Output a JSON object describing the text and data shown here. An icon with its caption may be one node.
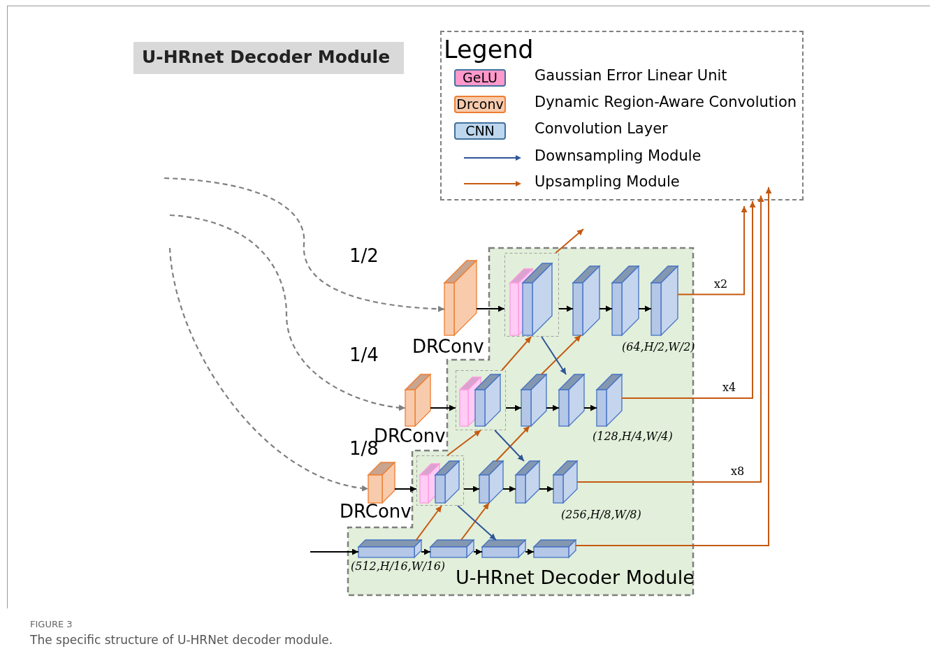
{
  "diagram": {
    "title": "U-HRnet Decoder Module",
    "caption": "The specific structure of U-HRNet decoder module.",
    "nodes": [
      {
        "text": [
          "U-HRnet Decoder Module"
        ]
      },
      {
        "text": [],
        "shape": "box",
        "beside": [
          "DRConv"
        ]
      },
      {
        "text": [],
        "shape": "box",
        "in": 0
      },
      {
        "text": [],
        "shape": "box",
        "in": 0
      },
      {
        "text": [],
        "shape": "box",
        "in": 0
      },
      {
        "text": [],
        "shape": "box",
        "in": 0,
        "beside": [
          "(64,H/2,W/2)"
        ]
      },
      {
        "text": [],
        "shape": "box",
        "beside": [
          "DRConv"
        ]
      },
      {
        "text": [],
        "shape": "box",
        "in": 0
      },
      {
        "text": [],
        "shape": "box",
        "in": 0
      },
      {
        "text": [],
        "shape": "box",
        "in": 0
      },
      {
        "text": [],
        "shape": "box",
        "in": 0,
        "beside": [
          "(128,H/4,W/4)"
        ]
      },
      {
        "text": [],
        "shape": "box",
        "beside": [
          "DRConv"
        ]
      },
      {
        "text": [],
        "shape": "box",
        "in": 0
      },
      {
        "text": [],
        "shape": "box",
        "in": 0
      },
      {
        "text": [],
        "shape": "box",
        "in": 0
      },
      {
        "text": [],
        "shape": "box",
        "in": 0,
        "beside": [
          "(256,H/8,W/8)"
        ]
      },
      {
        "text": [],
        "shape": "box",
        "in": 0,
        "beside": [
          "(512,H/16,W/16)"
        ]
      },
      {
        "text": [],
        "shape": "box",
        "in": 0
      },
      {
        "text": [],
        "shape": "box",
        "in": 0
      },
      {
        "text": [],
        "shape": "box",
        "in": 0
      }
    ],
    "edges": [
      {
        "from": null,
        "to": 1,
        "arrow": "to",
        "style": "dashed",
        "color": "#7f7f7f"
      },
      {
        "from": null,
        "to": 6,
        "arrow": "to",
        "style": "dashed",
        "color": "#7f7f7f"
      },
      {
        "from": null,
        "to": 11,
        "arrow": "to",
        "style": "dashed",
        "color": "#7f7f7f"
      },
      {
        "from": 1,
        "to": 2,
        "arrow": "to"
      },
      {
        "from": 2,
        "to": 3,
        "arrow": "to"
      },
      {
        "from": 3,
        "to": 4,
        "arrow": "to"
      },
      {
        "from": 4,
        "to": 5,
        "arrow": "to"
      },
      {
        "from": 6,
        "to": 7,
        "arrow": "to"
      },
      {
        "from": 7,
        "to": 8,
        "arrow": "to"
      },
      {
        "from": 8,
        "to": 9,
        "arrow": "to"
      },
      {
        "from": 9,
        "to": 10,
        "arrow": "to"
      },
      {
        "from": 11,
        "to": 12,
        "arrow": "to"
      },
      {
        "from": 12,
        "to": 13,
        "arrow": "to"
      },
      {
        "from": 13,
        "to": 14,
        "arrow": "to"
      },
      {
        "from": 14,
        "to": 15,
        "arrow": "to"
      },
      {
        "from": null,
        "to": 16,
        "arrow": "to"
      },
      {
        "from": 16,
        "to": 17,
        "arrow": "to"
      },
      {
        "from": 17,
        "to": 18,
        "arrow": "to"
      },
      {
        "from": 18,
        "to": 19,
        "arrow": "to"
      },
      {
        "from": 16,
        "to": 12,
        "arrow": "to",
        "color": "#c55a11"
      },
      {
        "from": 17,
        "to": 13,
        "arrow": "to",
        "color": "#c55a11"
      },
      {
        "from": 12,
        "to": 18,
        "arrow": "to",
        "color": "#2f5597"
      },
      {
        "from": 12,
        "to": 7,
        "arrow": "to",
        "color": "#c55a11"
      },
      {
        "from": 13,
        "to": 8,
        "arrow": "to",
        "color": "#c55a11"
      },
      {
        "from": 7,
        "to": 14,
        "arrow": "to",
        "color": "#2f5597"
      },
      {
        "from": 7,
        "to": 2,
        "arrow": "to",
        "color": "#c55a11"
      },
      {
        "from": 8,
        "to": 3,
        "arrow": "to",
        "color": "#c55a11"
      },
      {
        "from": 2,
        "to": 9,
        "arrow": "to",
        "color": "#2f5597"
      },
      {
        "from": 2,
        "to": null,
        "arrow": "to",
        "color": "#c55a11"
      },
      {
        "from": 5,
        "to": null,
        "arrow": "to",
        "color": "#c55a11",
        "label": "x2"
      },
      {
        "from": 10,
        "to": null,
        "arrow": "to",
        "color": "#c55a11",
        "label": "x4"
      },
      {
        "from": 15,
        "to": null,
        "arrow": "to",
        "color": "#c55a11",
        "label": "x8"
      },
      {
        "from": 19,
        "to": null,
        "arrow": "to",
        "color": "#c55a11"
      }
    ],
    "labels": [
      "Legend",
      "GeLU",
      "Drconv",
      "CNN",
      "1/2",
      "1/4",
      "1/8",
      "FIGURE 3"
    ],
    "legend": [
      {
        "text": "Gaussian Error Linear Unit",
        "color": "#ff99cc"
      },
      {
        "text": "Dynamic Region-Aware Convolution",
        "color": "#f8cbad"
      },
      {
        "text": "Convolution Layer",
        "color": "#bdd7ee"
      },
      {
        "text": "Downsampling Module"
      },
      {
        "text": "Upsampling Module"
      }
    ]
  }
}
